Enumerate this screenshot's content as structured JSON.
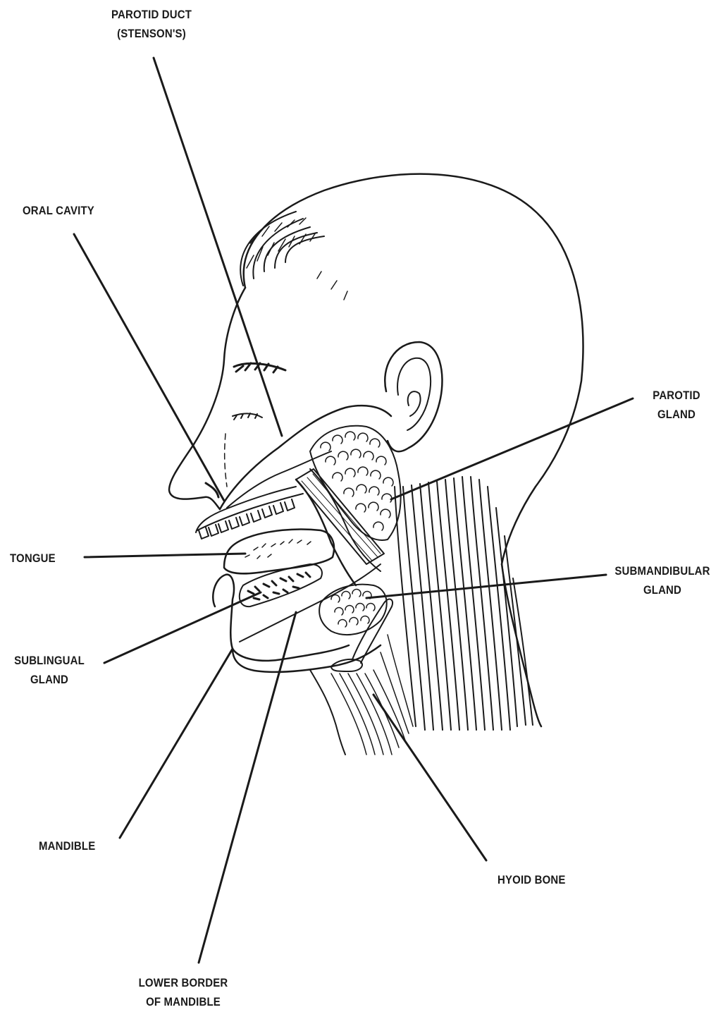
{
  "labels": {
    "parotid_duct": {
      "line1": "PAROTID DUCT",
      "line2": "(STENSON'S)"
    },
    "oral_cavity": {
      "line1": "ORAL CAVITY"
    },
    "parotid_gland": {
      "line1": "PAROTID",
      "line2": "GLAND"
    },
    "tongue": {
      "line1": "TONGUE"
    },
    "submandibular_gland": {
      "line1": "SUBMANDIBULAR",
      "line2": "GLAND"
    },
    "sublingual_gland": {
      "line1": "SUBLINGUAL",
      "line2": "GLAND"
    },
    "mandible": {
      "line1": "MANDIBLE"
    },
    "hyoid_bone": {
      "line1": "HYOID BONE"
    },
    "lower_border": {
      "line1": "LOWER BORDER",
      "line2": "OF MANDIBLE"
    }
  },
  "colors": {
    "ink": "#1a1a1a",
    "background": "#ffffff"
  }
}
